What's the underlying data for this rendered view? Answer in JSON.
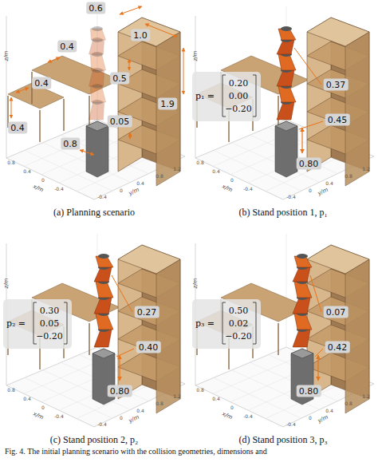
{
  "diagram": {
    "caption": "Fig. 4. The initial planning scenario with the collision geometries, dimensions and",
    "labels": [
      "0.6",
      "1.0",
      "0.4",
      "0.5",
      "1.9",
      "0.4",
      "0.05",
      "0.4",
      "0.8",
      "z/m",
      "x/m",
      "y/m",
      "0.8",
      "0.4",
      "0",
      "-0.4",
      "-0.4",
      "0",
      "0.4",
      "0.8",
      "1.2",
      "(a) Planning scenario",
      "p₁ =",
      "0.20",
      "0.00",
      "−0.20",
      "0.37",
      "0.45",
      "0.80",
      "z/m",
      "x/m",
      "y/m",
      "0.8",
      "0.4",
      "0",
      "-0.4",
      "-0.4",
      "0",
      "0.4",
      "0.8",
      "1.2",
      "(b) Stand position 1, p₁",
      "p₂ =",
      "0.30",
      "0.05",
      "−0.20",
      "0.27",
      "0.40",
      "0.80",
      "z/m",
      "x/m",
      "y/m",
      "0.8",
      "0.4",
      "0",
      "-0.4",
      "-0.4",
      "0",
      "0.4",
      "0.8",
      "1.2",
      "(c) Stand position 2, p₂",
      "p₃ =",
      "0.50",
      "0.02",
      "−0.20",
      "0.07",
      "0.42",
      "0.80",
      "z/m",
      "x/m",
      "y/m",
      "0.8",
      "0.4",
      "0",
      "-0.4",
      "-0.4",
      "0",
      "0.4",
      "0.8",
      "1.2",
      "(d) Stand position 3, p₃"
    ]
  }
}
